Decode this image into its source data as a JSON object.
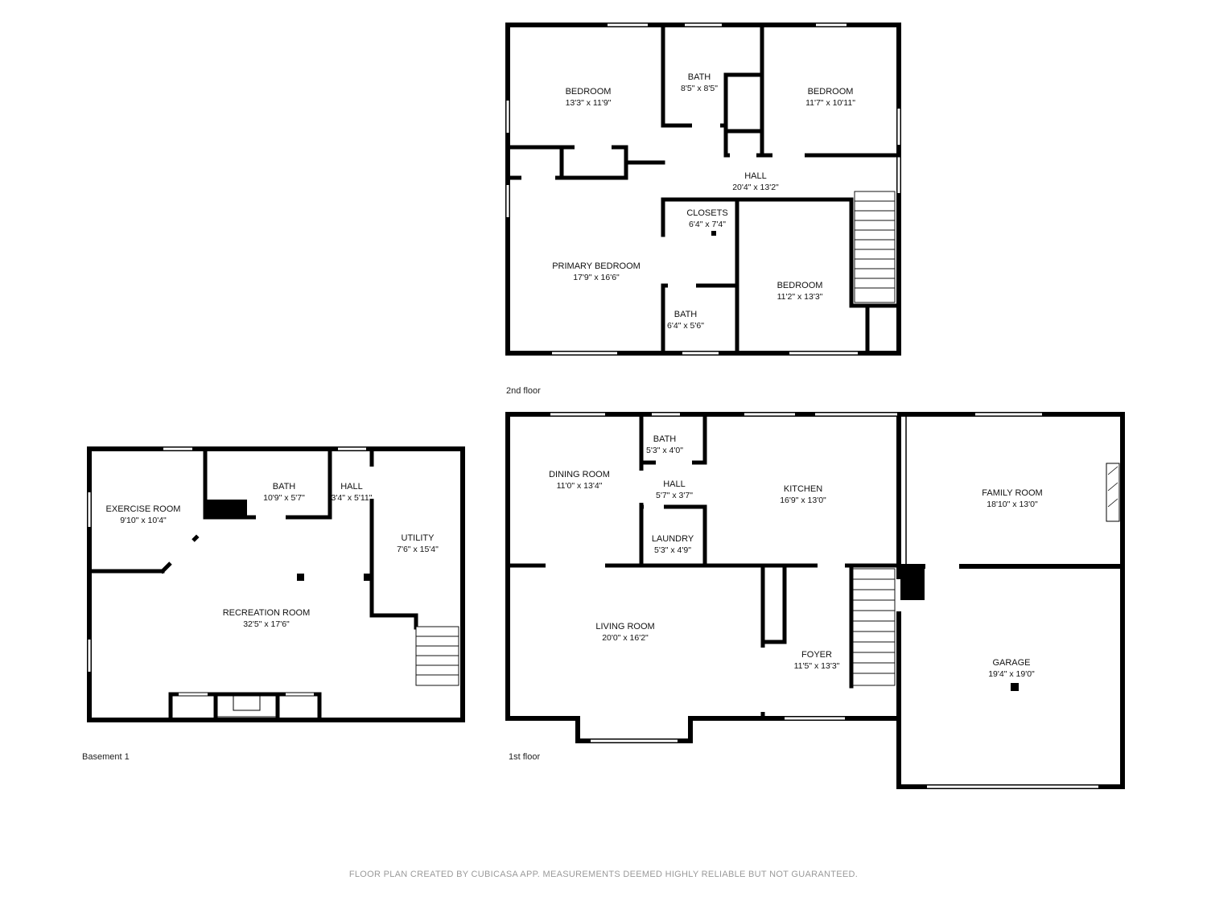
{
  "floors": {
    "second": {
      "label": "2nd floor"
    },
    "first": {
      "label": "1st floor"
    },
    "basement": {
      "label": "Basement 1"
    }
  },
  "rooms": {
    "f2_bedroom_nw": {
      "name": "BEDROOM",
      "dim": "13'3\" x 11'9\""
    },
    "f2_bath_top": {
      "name": "BATH",
      "dim": "8'5\" x 8'5\""
    },
    "f2_bedroom_ne": {
      "name": "BEDROOM",
      "dim": "11'7\" x 10'11\""
    },
    "f2_hall": {
      "name": "HALL",
      "dim": "20'4\" x 13'2\""
    },
    "f2_closets": {
      "name": "CLOSETS",
      "dim": "6'4\" x 7'4\""
    },
    "f2_primary": {
      "name": "PRIMARY BEDROOM",
      "dim": "17'9\" x 16'6\""
    },
    "f2_bedroom_se": {
      "name": "BEDROOM",
      "dim": "11'2\" x 13'3\""
    },
    "f2_bath_bottom": {
      "name": "BATH",
      "dim": "6'4\" x 5'6\""
    },
    "f1_dining": {
      "name": "DINING ROOM",
      "dim": "11'0\" x 13'4\""
    },
    "f1_bath": {
      "name": "BATH",
      "dim": "5'3\" x 4'0\""
    },
    "f1_hall": {
      "name": "HALL",
      "dim": "5'7\" x 3'7\""
    },
    "f1_laundry": {
      "name": "LAUNDRY",
      "dim": "5'3\" x 4'9\""
    },
    "f1_kitchen": {
      "name": "KITCHEN",
      "dim": "16'9\" x 13'0\""
    },
    "f1_family": {
      "name": "FAMILY ROOM",
      "dim": "18'10\" x 13'0\""
    },
    "f1_living": {
      "name": "LIVING ROOM",
      "dim": "20'0\" x 16'2\""
    },
    "f1_foyer": {
      "name": "FOYER",
      "dim": "11'5\" x 13'3\""
    },
    "f1_garage": {
      "name": "GARAGE",
      "dim": "19'4\" x 19'0\""
    },
    "b_exercise": {
      "name": "EXERCISE ROOM",
      "dim": "9'10\" x 10'4\""
    },
    "b_bath": {
      "name": "BATH",
      "dim": "10'9\" x 5'7\""
    },
    "b_hall": {
      "name": "HALL",
      "dim": "3'4\" x 5'11\""
    },
    "b_utility": {
      "name": "UTILITY",
      "dim": "7'6\" x 15'4\""
    },
    "b_recreation": {
      "name": "RECREATION ROOM",
      "dim": "32'5\" x 17'6\""
    }
  },
  "footer": "FLOOR PLAN CREATED BY CUBICASA APP. MEASUREMENTS DEEMED HIGHLY RELIABLE BUT NOT GUARANTEED."
}
